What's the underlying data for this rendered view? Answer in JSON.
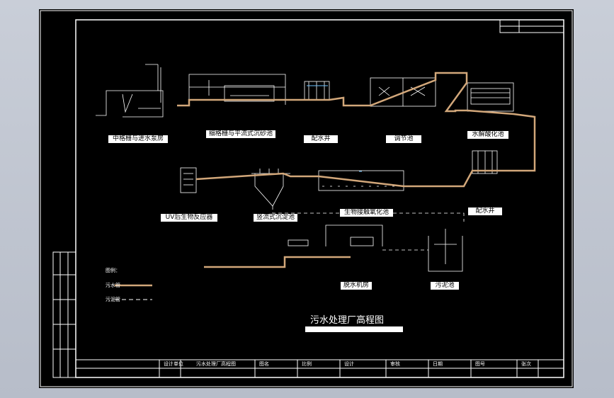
{
  "drawing_title": "污水处理厂高程图",
  "units": [
    {
      "id": "coarse_screen",
      "label": "中格栅与进水泵房"
    },
    {
      "id": "fine_screen",
      "label": "细格栅与平流式沉砂池"
    },
    {
      "id": "dist_well_1",
      "label": "配水井"
    },
    {
      "id": "equalization",
      "label": "调节池"
    },
    {
      "id": "hydrolysis",
      "label": "水解酸化池"
    },
    {
      "id": "bio_contact",
      "label": "生物接触氧化池"
    },
    {
      "id": "settling",
      "label": "竖流式沉淀池"
    },
    {
      "id": "post_bio",
      "label": "UV后生物反应器"
    },
    {
      "id": "dist_well_2",
      "label": "配水井"
    },
    {
      "id": "sludge_house",
      "label": "脱水机房"
    },
    {
      "id": "sludge_conc",
      "label": "污泥池"
    }
  ],
  "legend": {
    "title": "图例：",
    "water_line": "污水管",
    "sludge_line": "污泥管"
  },
  "colors": {
    "water_line": "#d2a77a",
    "sludge_line": "#ffffff",
    "structure": "#ffffff",
    "water_fill": "#6ec3ff"
  },
  "title_block": {
    "drawing_name": "污水处理厂高程图",
    "cells": [
      "设计单位",
      "图名",
      "比例",
      "设计",
      "审核",
      "日期",
      "图号",
      "张次"
    ]
  }
}
